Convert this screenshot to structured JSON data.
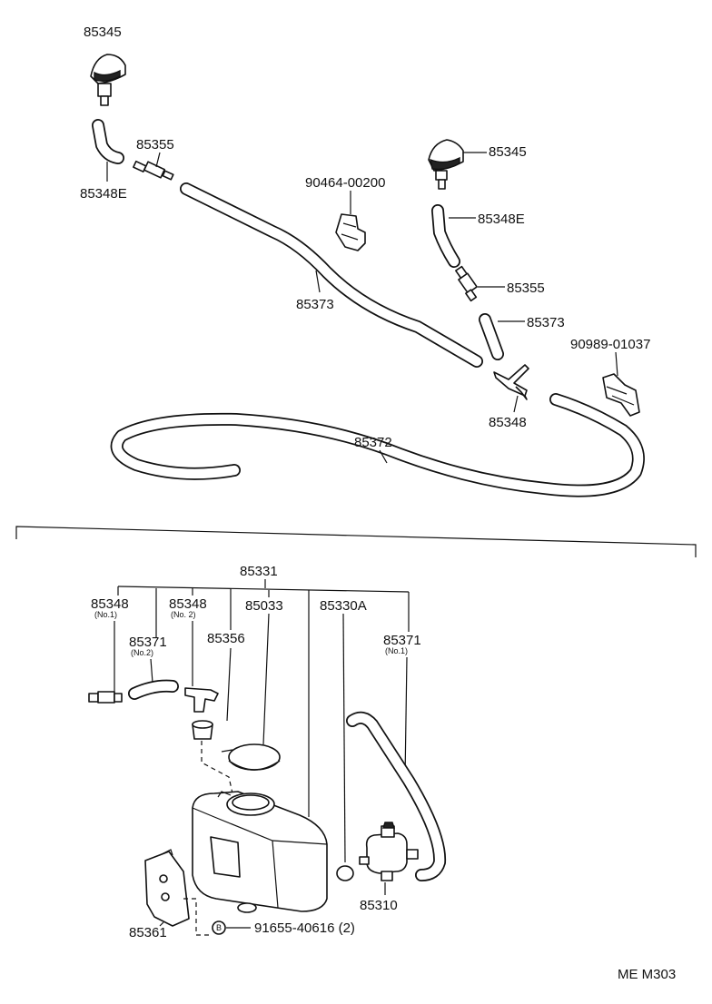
{
  "diagram": {
    "labels": {
      "p85345_top": "85345",
      "p85355_top": "85355",
      "p85348e_top": "85348E",
      "p90464": "90464-00200",
      "p85345_right": "85345",
      "p85348e_right": "85348E",
      "p85373_mid": "85373",
      "p85355_right": "85355",
      "p85373_right": "85373",
      "p90989": "90989-01037",
      "p85348_mid": "85348",
      "p85372": "85372",
      "p85331": "85331",
      "p85348_no1": "85348",
      "p85348_no1_sub": "(No.1)",
      "p85348_no2": "85348",
      "p85348_no2_sub": "(No. 2)",
      "p85033": "85033",
      "p85330a": "85330A",
      "p85371_no2": "85371",
      "p85371_no2_sub": "(No.2)",
      "p85356": "85356",
      "p85371_no1": "85371",
      "p85371_no1_sub": "(No.1)",
      "p85310": "85310",
      "p85361": "85361",
      "bolt_mark": "B",
      "p91655": "91655-40616 (2)",
      "code": "ME M303"
    }
  }
}
